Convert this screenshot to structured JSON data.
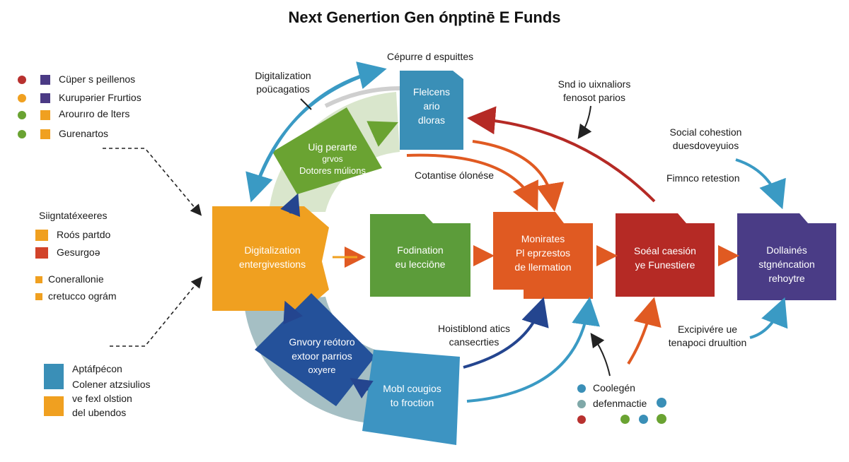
{
  "title": "Next Genertion Gen óηptinē E Funds",
  "legend_top": [
    {
      "label": "Cüper s peillenos",
      "dot": "#b8312f",
      "swatch": "#4b3a85"
    },
    {
      "label": "Kurupərier Frurtios",
      "dot": "#f0a020",
      "swatch": "#4b3a85"
    },
    {
      "label": "Arourıro de lters",
      "dot": "#6aa332",
      "swatch": "#f0a020"
    },
    {
      "label": "Gurenartos",
      "dot": "#6aa332",
      "swatch": "#f0a020"
    }
  ],
  "legend_mid": {
    "heading": "Siigntatéxeeres",
    "items": [
      {
        "label": "Roós partdo",
        "swatch": "#f0a020"
      },
      {
        "label": "Gesurgoə",
        "swatch": "#d2432a"
      }
    ]
  },
  "legend_mid2": [
    {
      "label": "Conerallonie",
      "swatch": "#f0a020"
    },
    {
      "label": "cretucco ográm",
      "swatch": "#f0a020"
    }
  ],
  "legend_bottom": [
    {
      "label": "Aptáfpécon",
      "swatch": "#3a8fb7"
    },
    {
      "label": "Colener atzsiulios",
      "swatch": ""
    },
    {
      "label": "ve fexl olstion",
      "swatch": "#f0a020"
    },
    {
      "label": "del ubendos",
      "swatch": ""
    }
  ],
  "ring_segments": {
    "green": {
      "lines": [
        "Uig perarte",
        "grvos",
        "Dotores múlions"
      ]
    },
    "blue_top": {
      "lines": [
        "Flelcens",
        "ario",
        "dloras"
      ]
    },
    "orange_main": {
      "lines": [
        "Digitalization",
        "entergivestions"
      ]
    },
    "navy": {
      "lines": [
        "Gnvory reótoro",
        "extoor parrios",
        "oxyere"
      ]
    },
    "blue_bottom": {
      "lines": [
        "Mobl cougios",
        "to froction"
      ]
    }
  },
  "process_boxes": [
    {
      "lines": [
        "Fodination",
        "eu lecciōne"
      ],
      "color": "#5c9c3a"
    },
    {
      "lines": [
        "Monirates",
        "Pl eprzestos",
        "de llermation"
      ],
      "color": "#e05a22"
    },
    {
      "lines": [
        "Soéal caesión",
        "ye Funestiere"
      ],
      "color": "#b52a25"
    },
    {
      "lines": [
        "Dollainés",
        "stgnéncation",
        "rehoytre"
      ],
      "color": "#4a3c86"
    }
  ],
  "annotations": {
    "digital_top": [
      "Digitalization",
      "poücagatios"
    ],
    "capture": "Cépurre d espuittes",
    "snd": [
      "Snd io uixnaliors",
      "fenosot parios"
    ],
    "social": [
      "Social cohestion",
      "duesdoveyuios"
    ],
    "fimnco": "Fimnco retestion",
    "cotantise": "Cotantise ólonése",
    "hoist": [
      "Hoistiblond atics",
      "cansecrties"
    ],
    "excip": [
      "Excipivére ue",
      "tenapoci druultion"
    ]
  },
  "legend_br": [
    {
      "label": "Coolegén",
      "dot": "#3a8fb7"
    },
    {
      "label": "defenmactie",
      "dot": "#7fa8a8"
    }
  ],
  "legend_br_extra_dots": [
    "#3a8fb7",
    "#b8312f",
    "#6aa332",
    "#3a8fb7",
    "#6aa332"
  ]
}
